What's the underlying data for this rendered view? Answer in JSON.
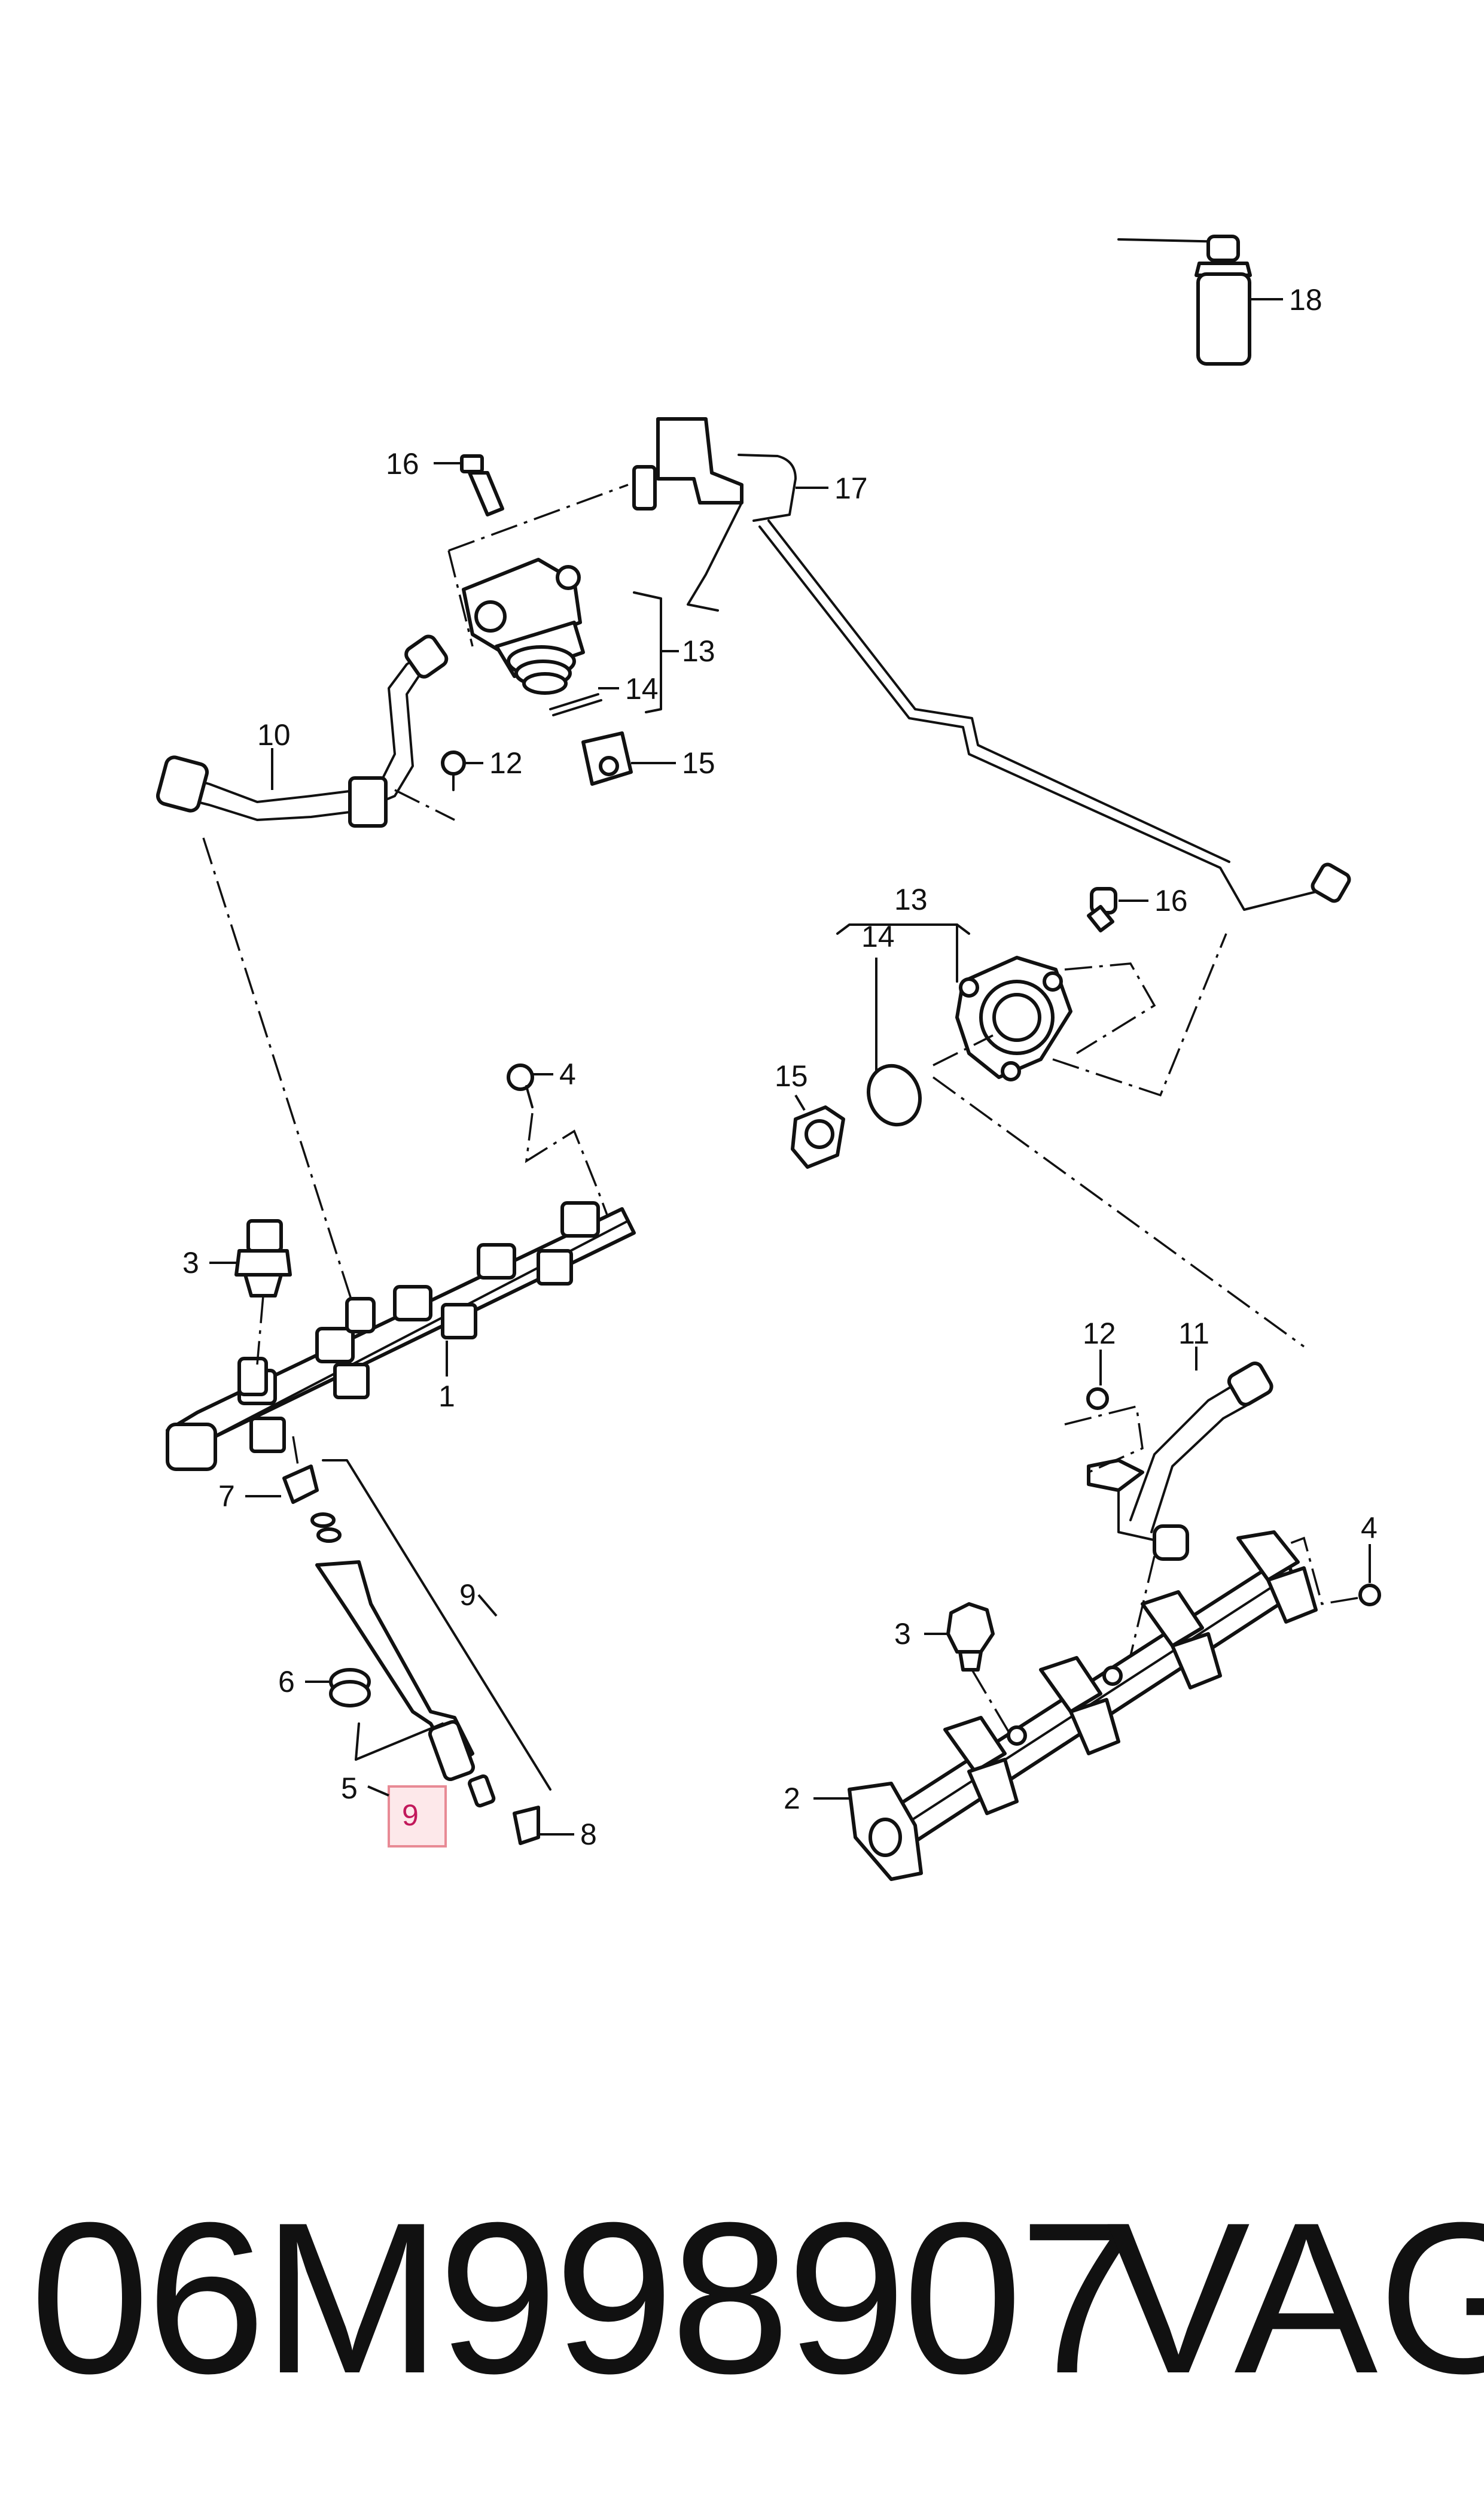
{
  "callouts": {
    "c1": "1",
    "c2": "2",
    "c3a": "3",
    "c3b": "3",
    "c4a": "4",
    "c4b": "4",
    "c5": "5",
    "c6": "6",
    "c7": "7",
    "c8": "8",
    "c9": "9",
    "c9h": "9",
    "c10": "10",
    "c11": "11",
    "c12a": "12",
    "c12b": "12",
    "c13a": "13",
    "c13b": "13",
    "c14a": "14",
    "c14b": "14",
    "c15a": "15",
    "c15b": "15",
    "c16a": "16",
    "c16b": "16",
    "c17": "17",
    "c18": "18"
  },
  "footer": {
    "part_number": "06M998907",
    "brand": "VAG"
  },
  "highlight": {
    "color": "#e88a95",
    "fill": "#fde8ea"
  }
}
